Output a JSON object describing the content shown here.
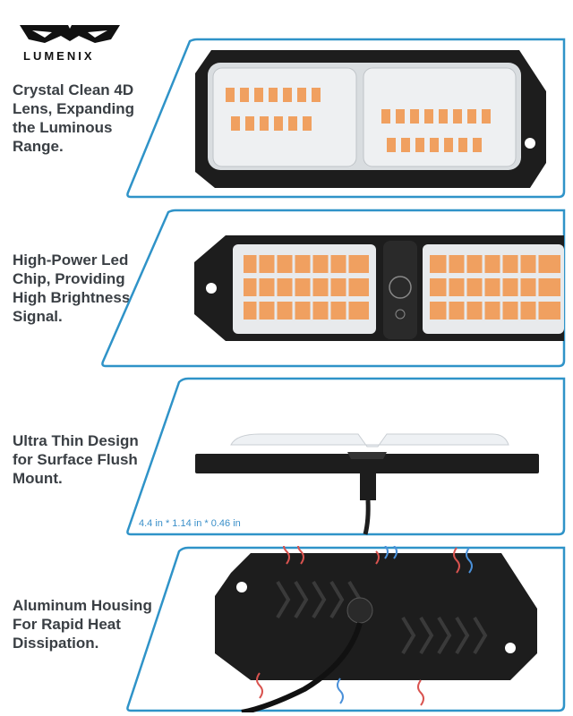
{
  "brand": {
    "name": "LUMENIX"
  },
  "features": [
    {
      "lines": [
        "Crystal Clean 4D",
        "Lens, Expanding",
        "the Luminous",
        "Range."
      ]
    },
    {
      "lines": [
        "High-Power Led",
        "Chip, Providing",
        "High Brightness",
        "Signal."
      ]
    },
    {
      "lines": [
        "Ultra Thin Design",
        "for Surface Flush",
        "Mount."
      ]
    },
    {
      "lines": [
        "Aluminum Housing",
        "For Rapid Heat",
        "Dissipation."
      ]
    }
  ],
  "dimensions_label": "4.4 in * 1.14 in * 0.46 in",
  "colors": {
    "accent_blue": "#2f93c8",
    "led_amber": "#f0a060",
    "housing": "#1d1d1d",
    "heat_red": "#d9534f",
    "cool_blue": "#4a90d9"
  }
}
